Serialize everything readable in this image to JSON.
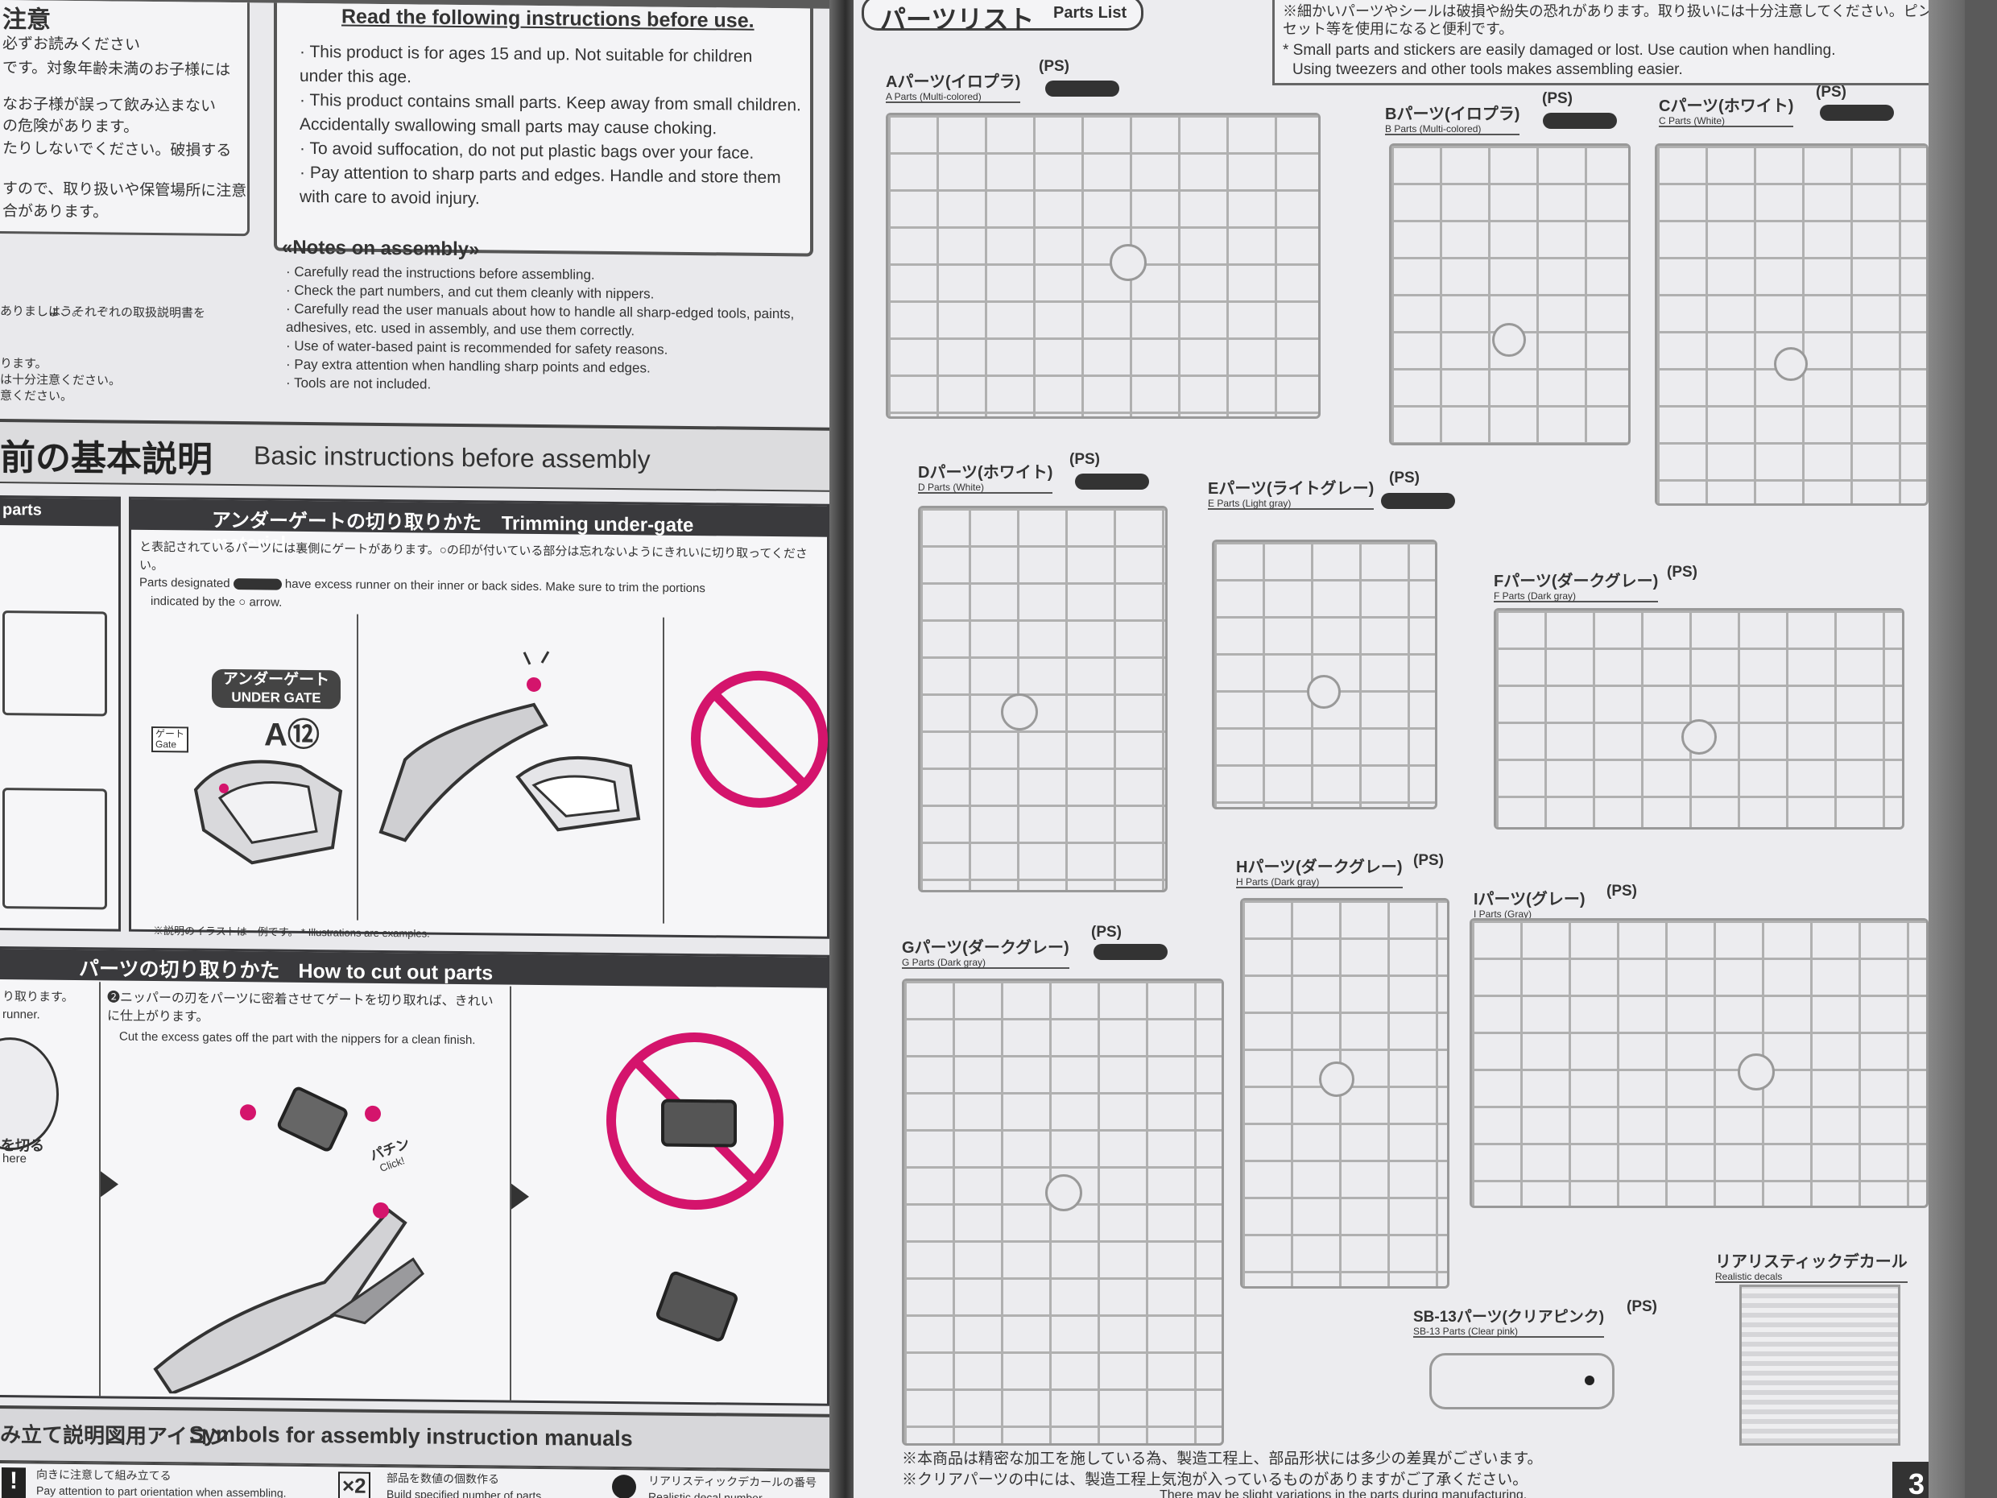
{
  "left": {
    "warnings_jp_title": "注意",
    "warnings_jp": [
      "必ずお読みください",
      "です。対象年齢未満のお子様には",
      "なお子様が誤って飲み込まない",
      "の危険があります。",
      "たりしないでください。破損する",
      "すので、取り扱いや保管場所に注意",
      "合があります。"
    ],
    "read_title": "Read the following instructions before use.",
    "read_items": [
      "· This product is for ages 15 and up. Not suitable for children",
      "  under this age.",
      "· This product contains small parts. Keep away from small children.",
      "  Accidentally swallowing small parts may cause choking.",
      "· To avoid suffocation, do not put plastic bags over your face.",
      "· Pay attention to sharp parts and edges. Handle and store them",
      "  with care to avoid injury."
    ],
    "notes_title": "«Notes on assembly»",
    "notes_items": [
      "· Carefully read the instructions before assembling.",
      "· Check the part numbers, and cut them cleanly with nippers.",
      "· Carefully read the user manuals about how to handle all sharp-edged tools, paints,",
      "  adhesives, etc. used in assembly, and use them correctly.",
      "· Use of water-based paint is recommended for safety reasons.",
      "· Pay extra attention when handling sharp points and edges.",
      "· Tools are not included."
    ],
    "notes_jp": [
      "ありましょう。",
      "は、それぞれの取扱説明書を",
      "ります。",
      "は十分注意ください。",
      "意ください。"
    ],
    "basic_jp": "前の基本説明",
    "basic_en": "Basic instructions before assembly",
    "parts_tab": "parts",
    "trim_title_jp": "アンダーゲートの切り取りかた",
    "trim_title_en": "Trimming under-gate material",
    "trim_note_jp": "と表記されているパーツには裏側にゲートがあります。○の印が付いている部分は忘れないようにきれいに切り取ってください。",
    "trim_note_en_1": "Parts designated",
    "trim_note_en_2": "have excess runner on their inner or back sides. Make sure to trim the portions",
    "trim_note_en_3": "indicated by the ○ arrow.",
    "under_gate_jp": "アンダーゲート",
    "under_gate_en": "UNDER GATE",
    "part_code": "A⑫",
    "gate_label_jp": "ゲート",
    "gate_label_en": "Gate",
    "illus_note": "※説明のイラストは一例です。 * Illustrations are examples.",
    "cut_title_jp": "パーツの切り取りかた",
    "cut_title_en": "How to cut out parts",
    "cut_step_jp": "❷ニッパーの刃をパーツに密着させてゲートを切り取れば、きれいに仕上がります。",
    "cut_step_en": "Cut the excess gates off the part with the nippers for a clean finish.",
    "cut_left_1": "り取ります。",
    "cut_left_2": "runner.",
    "cut_here_jp": "を切る",
    "cut_here_en": "here",
    "click_jp": "パチン",
    "click_en": "Click!",
    "symbols_jp": "み立て説明図用アイコン",
    "symbols_en": "Symbols for assembly instruction manuals",
    "sym1_jp": "向きに注意して組み立てる",
    "sym1_en": "Pay attention to part orientation when assembling.",
    "sym2_jp": "部品を数値の個数作る",
    "sym2_en": "Build specified number of parts.",
    "sym3_jp": "リアリスティックデカールの番号",
    "sym3_en": "Realistic decal number"
  },
  "right": {
    "parts_list_jp": "パーツリスト",
    "parts_list_en": "Parts List",
    "notice_jp": "※細かいパーツやシールは破損や紛失の恐れがあります。取り扱いには十分注意してください。ピンセット等を使用になると便利です。",
    "notice_en_1": "* Small parts and stickers are easily damaged or lost. Use caution when handling.",
    "notice_en_2": "Using tweezers and other tools makes assembling easier.",
    "runners": [
      {
        "jp": "Aパーツ(イロプラ)",
        "en": "A Parts (Multi-colored)",
        "mat": "(PS)"
      },
      {
        "jp": "Bパーツ(イロプラ)",
        "en": "B Parts (Multi-colored)",
        "mat": "(PS)"
      },
      {
        "jp": "Cパーツ(ホワイト)",
        "en": "C Parts (White)",
        "mat": "(PS)"
      },
      {
        "jp": "Dパーツ(ホワイト)",
        "en": "D Parts (White)",
        "mat": "(PS)"
      },
      {
        "jp": "Eパーツ(ライトグレー)",
        "en": "E Parts (Light gray)",
        "mat": "(PS)"
      },
      {
        "jp": "Fパーツ(ダークグレー)",
        "en": "F Parts (Dark gray)",
        "mat": "(PS)"
      },
      {
        "jp": "Gパーツ(ダークグレー)",
        "en": "G Parts (Dark gray)",
        "mat": "(PS)"
      },
      {
        "jp": "Hパーツ(ダークグレー)",
        "en": "H Parts (Dark gray)",
        "mat": "(PS)"
      },
      {
        "jp": "Iパーツ(グレー)",
        "en": "I Parts (Gray)",
        "mat": "(PS)"
      },
      {
        "jp": "SB-13パーツ(クリアピンク)",
        "en": "SB-13 Parts (Clear pink)",
        "mat": "(PS)"
      }
    ],
    "decal_jp": "リアリスティックデカール",
    "decal_en": "Realistic decals",
    "footer_jp_1": "※本商品は精密な加工を施している為、製造工程上、部品形状には多少の差異がございます。",
    "footer_jp_2": "※クリアパーツの中には、製造工程上気泡が入っているものがありますがご了承ください。",
    "footer_en": "There may be slight variations in the parts during manufacturing.",
    "page_number": "3"
  }
}
